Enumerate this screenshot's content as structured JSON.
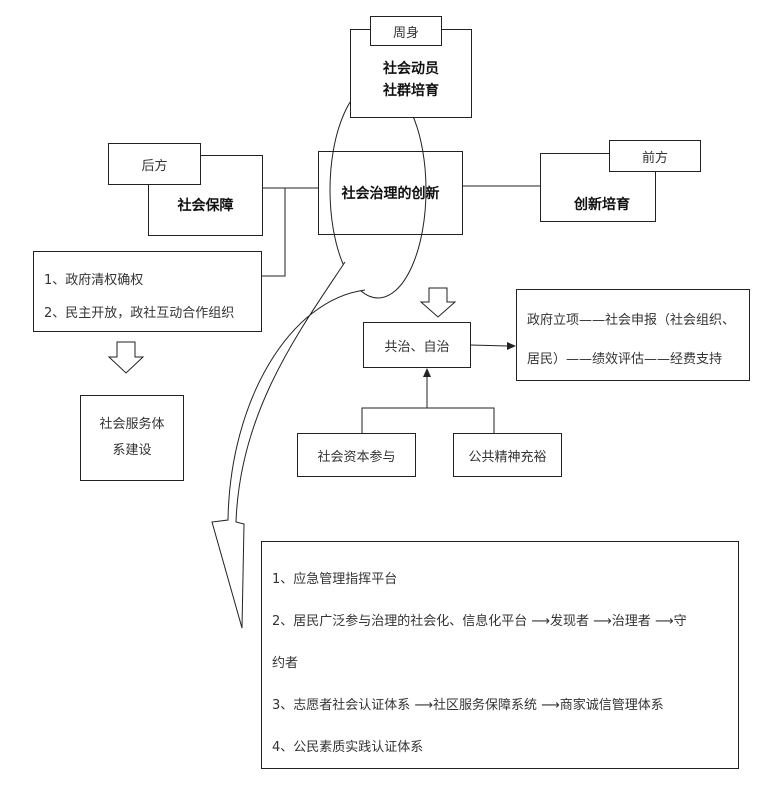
{
  "top": {
    "tag": "周身",
    "line1": "社会动员",
    "line2": "社群培育"
  },
  "left": {
    "tag": "后方",
    "title": "社会保障"
  },
  "center": {
    "title": "社会治理的创新"
  },
  "right": {
    "tag": "前方",
    "title": "创新培育"
  },
  "gov_list": {
    "items": [
      "1、政府清权确权",
      "2、民主开放，政社互动合作组织"
    ]
  },
  "service": {
    "line1": "社会服务体",
    "line2": "系建设"
  },
  "cogov": {
    "label": "共治、自治"
  },
  "process": {
    "line1": "政府立项——社会申报（社会组织、",
    "line2": "居民）——绩效评估——经费支持"
  },
  "capital": {
    "label": "社会资本参与"
  },
  "spirit": {
    "label": "公共精神充裕"
  },
  "platforms": {
    "items": [
      "1、应急管理指挥平台",
      "2、居民广泛参与治理的社会化、信息化平台 ⟶发现者 ⟶治理者 ⟶守",
      "约者",
      "3、志愿者社会认证体系 ⟶社区服务保障系统 ⟶商家诚信管理体系",
      "4、公民素质实践认证体系"
    ]
  }
}
